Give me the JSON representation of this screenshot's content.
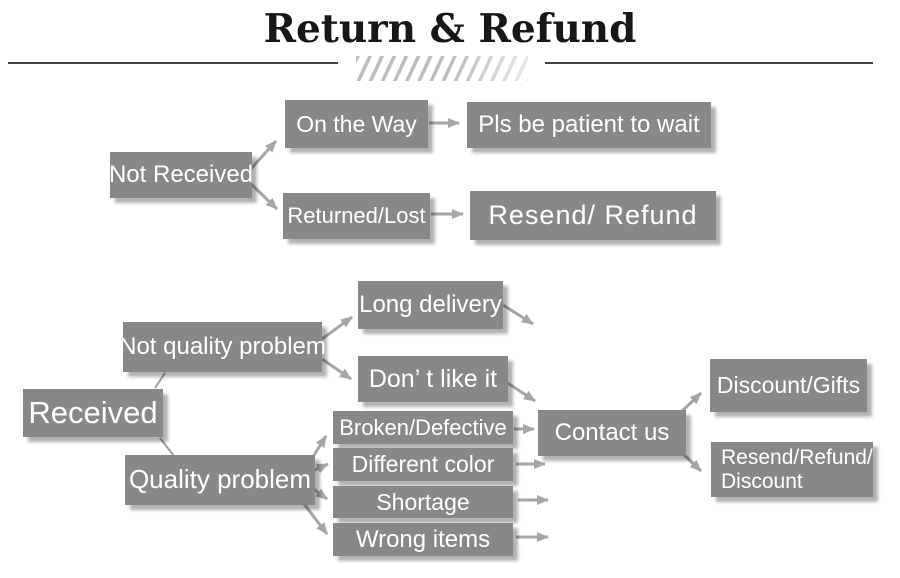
{
  "title": "Return & Refund",
  "colors": {
    "box": "#888888",
    "box_text": "#ffffff",
    "arrow": "#a6a6a6",
    "title_text": "#171717",
    "divider": "#414141",
    "hatch": "#bdbdbd",
    "background": "#ffffff"
  },
  "nodes": {
    "not_received": {
      "label": "Not Received"
    },
    "on_the_way": {
      "label": "On the Way"
    },
    "pls_wait": {
      "label": "Pls be patient to wait"
    },
    "returned_lost": {
      "label": "Returned/Lost"
    },
    "resend_refund": {
      "label": "Resend/ Refund"
    },
    "received": {
      "label": "Received"
    },
    "not_quality_problem": {
      "label": "Not quality problem"
    },
    "long_delivery": {
      "label": "Long delivery"
    },
    "dont_like_it": {
      "label": "Don’ t like it"
    },
    "quality_problem": {
      "label": "Quality problem"
    },
    "broken_defective": {
      "label": "Broken/Defective"
    },
    "different_color": {
      "label": "Different color"
    },
    "shortage": {
      "label": "Shortage"
    },
    "wrong_items": {
      "label": "Wrong items"
    },
    "contact_us": {
      "label": "Contact us"
    },
    "discount_gifts": {
      "label": "Discount/Gifts"
    },
    "resend_refund_discount": {
      "label": "Resend/Refund/ Discount"
    }
  },
  "edges": [
    {
      "from": "not_received",
      "to": "on_the_way"
    },
    {
      "from": "not_received",
      "to": "returned_lost"
    },
    {
      "from": "on_the_way",
      "to": "pls_wait"
    },
    {
      "from": "returned_lost",
      "to": "resend_refund"
    },
    {
      "from": "received",
      "to": "not_quality_problem"
    },
    {
      "from": "received",
      "to": "quality_problem"
    },
    {
      "from": "not_quality_problem",
      "to": "long_delivery"
    },
    {
      "from": "not_quality_problem",
      "to": "dont_like_it"
    },
    {
      "from": "long_delivery",
      "to": "contact_us"
    },
    {
      "from": "dont_like_it",
      "to": "contact_us"
    },
    {
      "from": "quality_problem",
      "to": "broken_defective"
    },
    {
      "from": "quality_problem",
      "to": "different_color"
    },
    {
      "from": "quality_problem",
      "to": "shortage"
    },
    {
      "from": "quality_problem",
      "to": "wrong_items"
    },
    {
      "from": "broken_defective",
      "to": "contact_us"
    },
    {
      "from": "different_color",
      "to": "contact_us"
    },
    {
      "from": "shortage",
      "to": "contact_us"
    },
    {
      "from": "wrong_items",
      "to": "contact_us"
    },
    {
      "from": "contact_us",
      "to": "discount_gifts"
    },
    {
      "from": "contact_us",
      "to": "resend_refund_discount"
    }
  ]
}
